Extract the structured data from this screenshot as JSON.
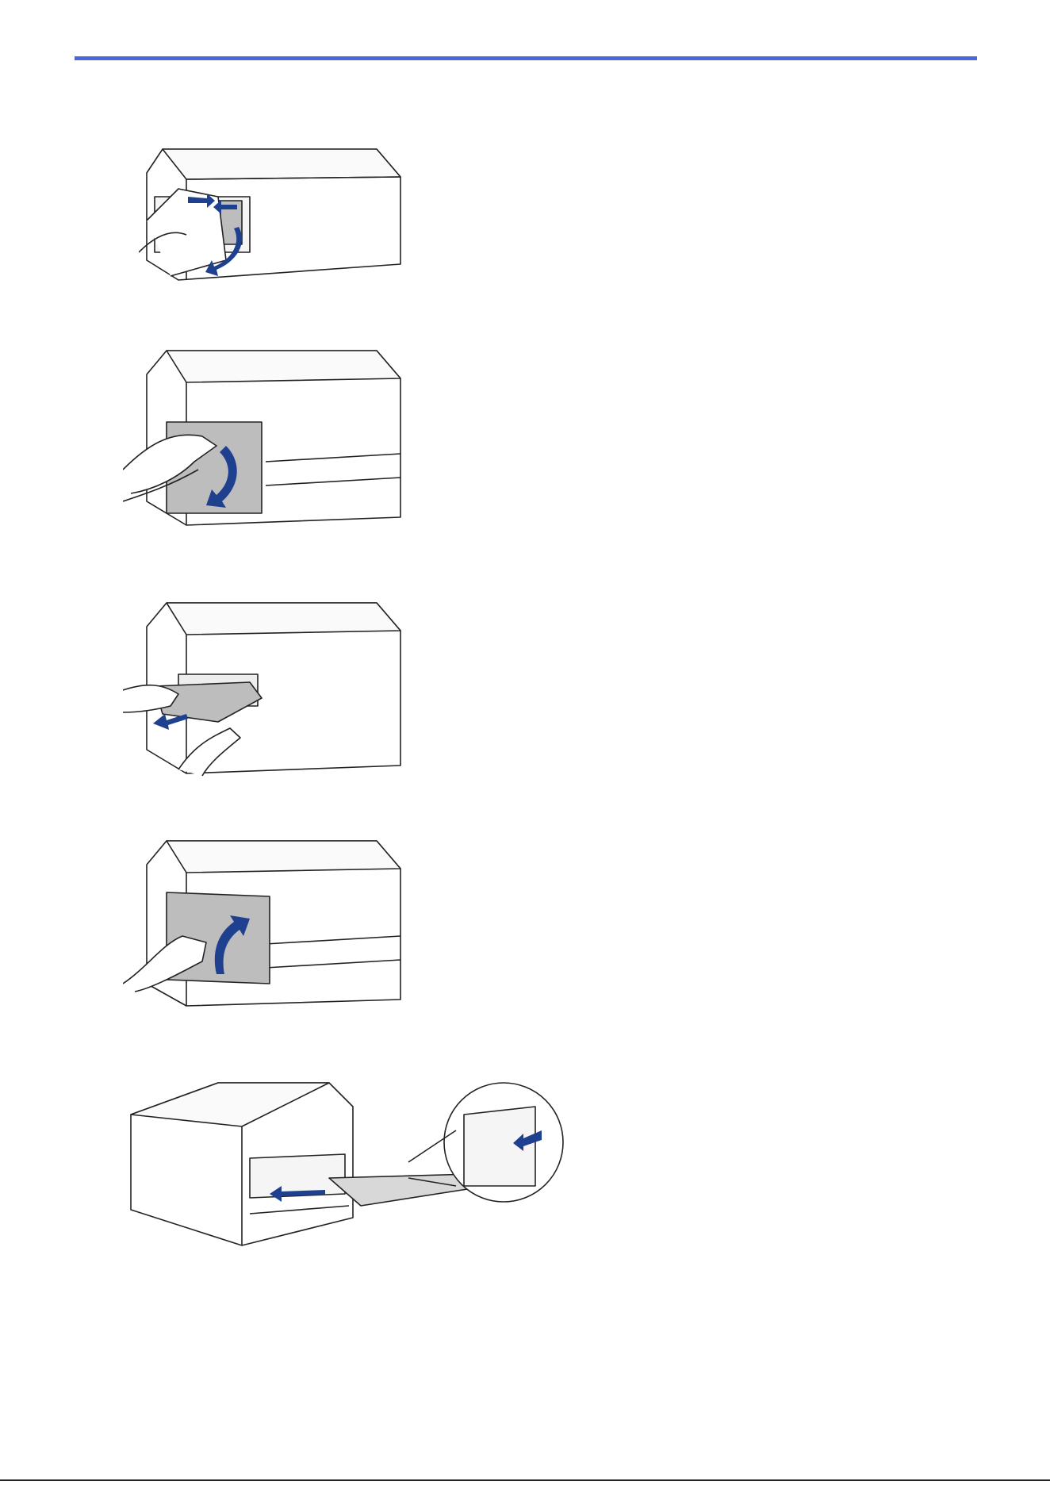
{
  "document": {
    "header_rule_color": "#4a66d9",
    "figures": [
      {
        "name": "release-levers-open-cover",
        "arrow_color": "#1f3f8f"
      },
      {
        "name": "pull-down-jam-clear-cover",
        "arrow_color": "#1f3f8f"
      },
      {
        "name": "pull-out-jammed-paper",
        "arrow_color": "#1f3f8f"
      },
      {
        "name": "close-jam-clear-cover",
        "arrow_color": "#1f3f8f"
      },
      {
        "name": "push-paper-tray-into-machine",
        "arrow_color": "#1f3f8f"
      }
    ]
  }
}
